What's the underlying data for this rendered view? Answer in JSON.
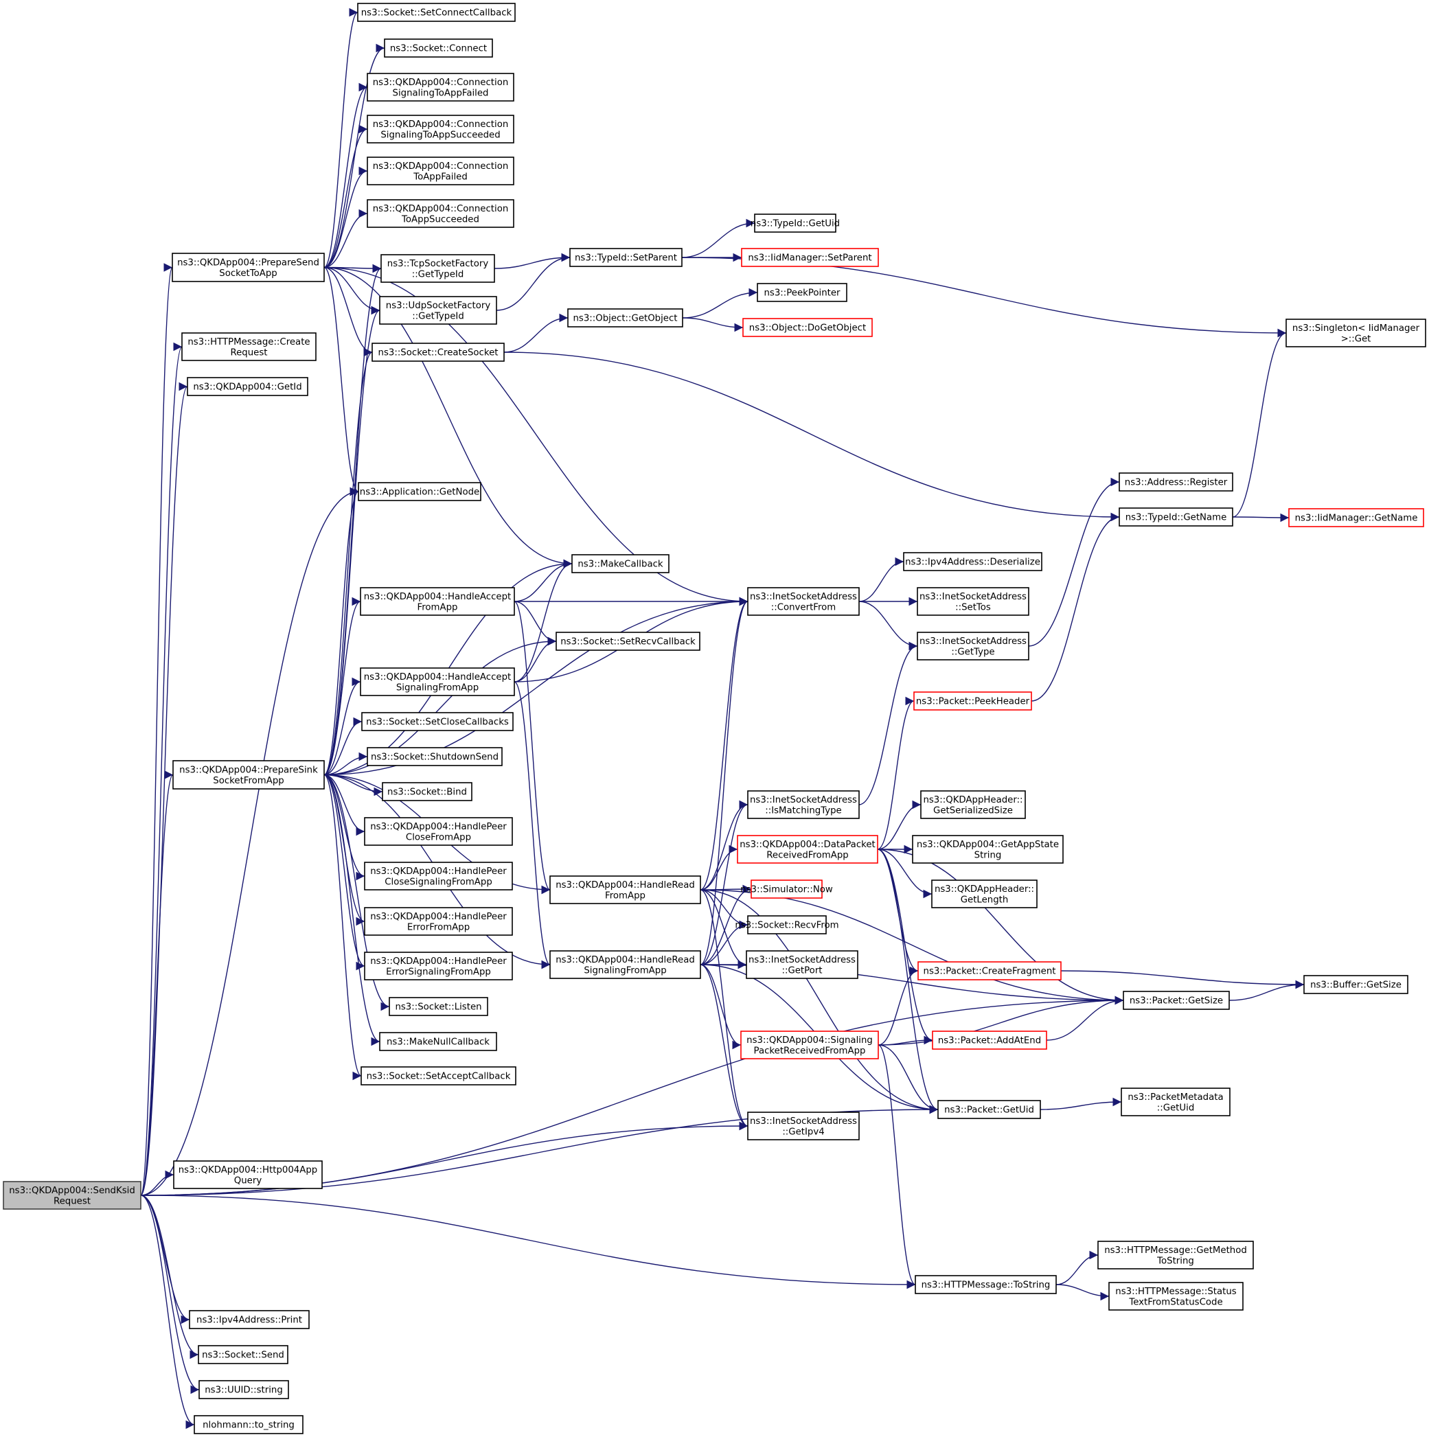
{
  "title": "ns3::QKDApp004::SendKsidRequest call graph",
  "colors": {
    "edge": "#191970",
    "root_fill": "#bfbfbf",
    "missing_border": "#ff0000",
    "node_border": "#000000"
  },
  "nodes": [
    {
      "id": "root",
      "lines": [
        "ns3::QKDApp004::SendKsid",
        "Request"
      ],
      "style": "root"
    },
    {
      "id": "prepSend",
      "lines": [
        "ns3::QKDApp004::PrepareSend",
        "SocketToApp"
      ]
    },
    {
      "id": "createReq",
      "lines": [
        "ns3::HTTPMessage::Create",
        "Request"
      ]
    },
    {
      "id": "getId",
      "lines": [
        "ns3::QKDApp004::GetId"
      ]
    },
    {
      "id": "prepSink",
      "lines": [
        "ns3::QKDApp004::PrepareSink",
        "SocketFromApp"
      ]
    },
    {
      "id": "httpQuery",
      "lines": [
        "ns3::QKDApp004::Http004App",
        "Query"
      ]
    },
    {
      "id": "ipv4Print",
      "lines": [
        "ns3::Ipv4Address::Print"
      ]
    },
    {
      "id": "sockSend",
      "lines": [
        "ns3::Socket::Send"
      ]
    },
    {
      "id": "uuidStr",
      "lines": [
        "ns3::UUID::string"
      ]
    },
    {
      "id": "toString",
      "lines": [
        "nlohmann::to_string"
      ]
    },
    {
      "id": "setConnCb",
      "lines": [
        "ns3::Socket::SetConnectCallback"
      ]
    },
    {
      "id": "connect",
      "lines": [
        "ns3::Socket::Connect"
      ]
    },
    {
      "id": "connSigFail",
      "lines": [
        "ns3::QKDApp004::Connection",
        "SignalingToAppFailed"
      ]
    },
    {
      "id": "connSigSucc",
      "lines": [
        "ns3::QKDApp004::Connection",
        "SignalingToAppSucceeded"
      ]
    },
    {
      "id": "connAppFail",
      "lines": [
        "ns3::QKDApp004::Connection",
        "ToAppFailed"
      ]
    },
    {
      "id": "connAppSucc",
      "lines": [
        "ns3::QKDApp004::Connection",
        "ToAppSucceeded"
      ]
    },
    {
      "id": "tcpFactory",
      "lines": [
        "ns3::TcpSocketFactory",
        "::GetTypeId"
      ]
    },
    {
      "id": "udpFactory",
      "lines": [
        "ns3::UdpSocketFactory",
        "::GetTypeId"
      ]
    },
    {
      "id": "createSock",
      "lines": [
        "ns3::Socket::CreateSocket"
      ]
    },
    {
      "id": "getNode",
      "lines": [
        "ns3::Application::GetNode"
      ]
    },
    {
      "id": "hAcceptApp",
      "lines": [
        "ns3::QKDApp004::HandleAccept",
        "FromApp"
      ]
    },
    {
      "id": "hAcceptSig",
      "lines": [
        "ns3::QKDApp004::HandleAccept",
        "SignalingFromApp"
      ]
    },
    {
      "id": "setCloseCb",
      "lines": [
        "ns3::Socket::SetCloseCallbacks"
      ]
    },
    {
      "id": "shutdownSend",
      "lines": [
        "ns3::Socket::ShutdownSend"
      ]
    },
    {
      "id": "bind",
      "lines": [
        "ns3::Socket::Bind"
      ]
    },
    {
      "id": "peerCloseApp",
      "lines": [
        "ns3::QKDApp004::HandlePeer",
        "CloseFromApp"
      ]
    },
    {
      "id": "peerCloseSig",
      "lines": [
        "ns3::QKDApp004::HandlePeer",
        "CloseSignalingFromApp"
      ]
    },
    {
      "id": "peerErrApp",
      "lines": [
        "ns3::QKDApp004::HandlePeer",
        "ErrorFromApp"
      ]
    },
    {
      "id": "peerErrSig",
      "lines": [
        "ns3::QKDApp004::HandlePeer",
        "ErrorSignalingFromApp"
      ]
    },
    {
      "id": "listen",
      "lines": [
        "ns3::Socket::Listen"
      ]
    },
    {
      "id": "makeNullCb",
      "lines": [
        "ns3::MakeNullCallback"
      ]
    },
    {
      "id": "setAcceptCb",
      "lines": [
        "ns3::Socket::SetAcceptCallback"
      ]
    },
    {
      "id": "makeCb",
      "lines": [
        "ns3::MakeCallback"
      ]
    },
    {
      "id": "setRecvCb",
      "lines": [
        "ns3::Socket::SetRecvCallback"
      ]
    },
    {
      "id": "hReadApp",
      "lines": [
        "ns3::QKDApp004::HandleRead",
        "FromApp"
      ]
    },
    {
      "id": "hReadSig",
      "lines": [
        "ns3::QKDApp004::HandleRead",
        "SignalingFromApp"
      ]
    },
    {
      "id": "setParent",
      "lines": [
        "ns3::TypeId::SetParent"
      ]
    },
    {
      "id": "getObject",
      "lines": [
        "ns3::Object::GetObject"
      ]
    },
    {
      "id": "getUidT",
      "lines": [
        "ns3::TypeId::GetUid"
      ]
    },
    {
      "id": "iidSetParent",
      "lines": [
        "ns3::IidManager::SetParent"
      ],
      "style": "missing"
    },
    {
      "id": "peekPtr",
      "lines": [
        "ns3::PeekPointer"
      ]
    },
    {
      "id": "doGetObj",
      "lines": [
        "ns3::Object::DoGetObject"
      ],
      "style": "missing"
    },
    {
      "id": "singleton",
      "lines": [
        "ns3::Singleton< IidManager",
        ">::Get"
      ]
    },
    {
      "id": "addrRegister",
      "lines": [
        "ns3::Address::Register"
      ]
    },
    {
      "id": "typeGetName",
      "lines": [
        "ns3::TypeId::GetName"
      ]
    },
    {
      "id": "iidGetName",
      "lines": [
        "ns3::IidManager::GetName"
      ],
      "style": "missing"
    },
    {
      "id": "convertFrom",
      "lines": [
        "ns3::InetSocketAddress",
        "::ConvertFrom"
      ]
    },
    {
      "id": "ipv4Deser",
      "lines": [
        "ns3::Ipv4Address::Deserialize"
      ]
    },
    {
      "id": "setTos",
      "lines": [
        "ns3::InetSocketAddress",
        "::SetTos"
      ]
    },
    {
      "id": "getType",
      "lines": [
        "ns3::InetSocketAddress",
        "::GetType"
      ]
    },
    {
      "id": "peekHeader",
      "lines": [
        "ns3::Packet::PeekHeader"
      ],
      "style": "missing"
    },
    {
      "id": "isMatching",
      "lines": [
        "ns3::InetSocketAddress",
        "::IsMatchingType"
      ]
    },
    {
      "id": "dataPktRecv",
      "lines": [
        "ns3::QKDApp004::DataPacket",
        "ReceivedFromApp"
      ],
      "style": "missing"
    },
    {
      "id": "serSize",
      "lines": [
        "ns3::QKDAppHeader::",
        "GetSerializedSize"
      ]
    },
    {
      "id": "appState",
      "lines": [
        "ns3::QKDApp004::GetAppState",
        "String"
      ]
    },
    {
      "id": "hdrLength",
      "lines": [
        "ns3::QKDAppHeader::",
        "GetLength"
      ]
    },
    {
      "id": "simNow",
      "lines": [
        "ns3::Simulator::Now"
      ],
      "style": "missing"
    },
    {
      "id": "recvFrom",
      "lines": [
        "ns3::Socket::RecvFrom"
      ]
    },
    {
      "id": "getPort",
      "lines": [
        "ns3::InetSocketAddress",
        "::GetPort"
      ]
    },
    {
      "id": "createFrag",
      "lines": [
        "ns3::Packet::CreateFragment"
      ],
      "style": "missing"
    },
    {
      "id": "sigPktRecv",
      "lines": [
        "ns3::QKDApp004::Signaling",
        "PacketReceivedFromApp"
      ],
      "style": "missing"
    },
    {
      "id": "addAtEnd",
      "lines": [
        "ns3::Packet::AddAtEnd"
      ],
      "style": "missing"
    },
    {
      "id": "pktGetSize",
      "lines": [
        "ns3::Packet::GetSize"
      ]
    },
    {
      "id": "bufGetSize",
      "lines": [
        "ns3::Buffer::GetSize"
      ]
    },
    {
      "id": "pktGetUid",
      "lines": [
        "ns3::Packet::GetUid"
      ]
    },
    {
      "id": "metaGetUid",
      "lines": [
        "ns3::PacketMetadata",
        "::GetUid"
      ]
    },
    {
      "id": "getIpv4",
      "lines": [
        "ns3::InetSocketAddress",
        "::GetIpv4"
      ]
    },
    {
      "id": "httpToString",
      "lines": [
        "ns3::HTTPMessage::ToString"
      ]
    },
    {
      "id": "getMethodStr",
      "lines": [
        "ns3::HTTPMessage::GetMethod",
        "ToString"
      ]
    },
    {
      "id": "statusText",
      "lines": [
        "ns3::HTTPMessage::Status",
        "TextFromStatusCode"
      ]
    }
  ],
  "edges": [
    [
      "root",
      "prepSend"
    ],
    [
      "root",
      "createReq"
    ],
    [
      "root",
      "getId"
    ],
    [
      "root",
      "prepSink"
    ],
    [
      "root",
      "httpQuery"
    ],
    [
      "root",
      "ipv4Print"
    ],
    [
      "root",
      "sockSend"
    ],
    [
      "root",
      "uuidStr"
    ],
    [
      "root",
      "toString"
    ],
    [
      "root",
      "getNode"
    ],
    [
      "root",
      "getIpv4"
    ],
    [
      "root",
      "pktGetUid"
    ],
    [
      "root",
      "pktGetSize"
    ],
    [
      "root",
      "httpToString"
    ],
    [
      "prepSend",
      "setConnCb"
    ],
    [
      "prepSend",
      "connect"
    ],
    [
      "prepSend",
      "connSigFail"
    ],
    [
      "prepSend",
      "connSigSucc"
    ],
    [
      "prepSend",
      "connAppFail"
    ],
    [
      "prepSend",
      "connAppSucc"
    ],
    [
      "prepSend",
      "tcpFactory"
    ],
    [
      "prepSend",
      "udpFactory"
    ],
    [
      "prepSend",
      "createSock"
    ],
    [
      "prepSend",
      "getNode"
    ],
    [
      "prepSend",
      "makeCb"
    ],
    [
      "prepSend",
      "convertFrom"
    ],
    [
      "prepSink",
      "tcpFactory"
    ],
    [
      "prepSink",
      "udpFactory"
    ],
    [
      "prepSink",
      "createSock"
    ],
    [
      "prepSink",
      "getNode"
    ],
    [
      "prepSink",
      "makeCb"
    ],
    [
      "prepSink",
      "convertFrom"
    ],
    [
      "prepSink",
      "hAcceptApp"
    ],
    [
      "prepSink",
      "setRecvCb"
    ],
    [
      "prepSink",
      "hAcceptSig"
    ],
    [
      "prepSink",
      "setCloseCb"
    ],
    [
      "prepSink",
      "shutdownSend"
    ],
    [
      "prepSink",
      "bind"
    ],
    [
      "prepSink",
      "peerCloseApp"
    ],
    [
      "prepSink",
      "peerCloseSig"
    ],
    [
      "prepSink",
      "peerErrApp"
    ],
    [
      "prepSink",
      "peerErrSig"
    ],
    [
      "prepSink",
      "listen"
    ],
    [
      "prepSink",
      "makeNullCb"
    ],
    [
      "prepSink",
      "setAcceptCb"
    ],
    [
      "prepSink",
      "hReadApp"
    ],
    [
      "prepSink",
      "hReadSig"
    ],
    [
      "tcpFactory",
      "setParent"
    ],
    [
      "udpFactory",
      "setParent"
    ],
    [
      "createSock",
      "getObject"
    ],
    [
      "createSock",
      "typeGetName"
    ],
    [
      "setParent",
      "getUidT"
    ],
    [
      "setParent",
      "iidSetParent"
    ],
    [
      "setParent",
      "singleton"
    ],
    [
      "getObject",
      "peekPtr"
    ],
    [
      "getObject",
      "doGetObj"
    ],
    [
      "typeGetName",
      "singleton"
    ],
    [
      "typeGetName",
      "iidGetName"
    ],
    [
      "hAcceptApp",
      "makeCb"
    ],
    [
      "hAcceptApp",
      "setRecvCb"
    ],
    [
      "hAcceptApp",
      "convertFrom"
    ],
    [
      "hAcceptApp",
      "hReadApp"
    ],
    [
      "hAcceptSig",
      "makeCb"
    ],
    [
      "hAcceptSig",
      "setRecvCb"
    ],
    [
      "hAcceptSig",
      "convertFrom"
    ],
    [
      "hAcceptSig",
      "hReadSig"
    ],
    [
      "convertFrom",
      "ipv4Deser"
    ],
    [
      "convertFrom",
      "setTos"
    ],
    [
      "convertFrom",
      "getType"
    ],
    [
      "getType",
      "addrRegister"
    ],
    [
      "isMatching",
      "getType"
    ],
    [
      "peekHeader",
      "typeGetName"
    ],
    [
      "hReadApp",
      "convertFrom"
    ],
    [
      "hReadApp",
      "isMatching"
    ],
    [
      "hReadApp",
      "dataPktRecv"
    ],
    [
      "hReadApp",
      "simNow"
    ],
    [
      "hReadApp",
      "recvFrom"
    ],
    [
      "hReadApp",
      "getPort"
    ],
    [
      "hReadApp",
      "getIpv4"
    ],
    [
      "hReadApp",
      "pktGetSize"
    ],
    [
      "hReadApp",
      "pktGetUid"
    ],
    [
      "hReadSig",
      "convertFrom"
    ],
    [
      "hReadSig",
      "isMatching"
    ],
    [
      "hReadSig",
      "simNow"
    ],
    [
      "hReadSig",
      "recvFrom"
    ],
    [
      "hReadSig",
      "getPort"
    ],
    [
      "hReadSig",
      "getIpv4"
    ],
    [
      "hReadSig",
      "sigPktRecv"
    ],
    [
      "hReadSig",
      "pktGetSize"
    ],
    [
      "hReadSig",
      "pktGetUid"
    ],
    [
      "dataPktRecv",
      "peekHeader"
    ],
    [
      "dataPktRecv",
      "serSize"
    ],
    [
      "dataPktRecv",
      "appState"
    ],
    [
      "dataPktRecv",
      "hdrLength"
    ],
    [
      "dataPktRecv",
      "createFrag"
    ],
    [
      "dataPktRecv",
      "addAtEnd"
    ],
    [
      "dataPktRecv",
      "pktGetSize"
    ],
    [
      "dataPktRecv",
      "pktGetUid"
    ],
    [
      "sigPktRecv",
      "createFrag"
    ],
    [
      "sigPktRecv",
      "addAtEnd"
    ],
    [
      "sigPktRecv",
      "pktGetSize"
    ],
    [
      "sigPktRecv",
      "pktGetUid"
    ],
    [
      "sigPktRecv",
      "httpToString"
    ],
    [
      "createFrag",
      "bufGetSize"
    ],
    [
      "addAtEnd",
      "pktGetSize"
    ],
    [
      "pktGetSize",
      "bufGetSize"
    ],
    [
      "pktGetUid",
      "metaGetUid"
    ],
    [
      "httpToString",
      "getMethodStr"
    ],
    [
      "httpToString",
      "statusText"
    ]
  ]
}
